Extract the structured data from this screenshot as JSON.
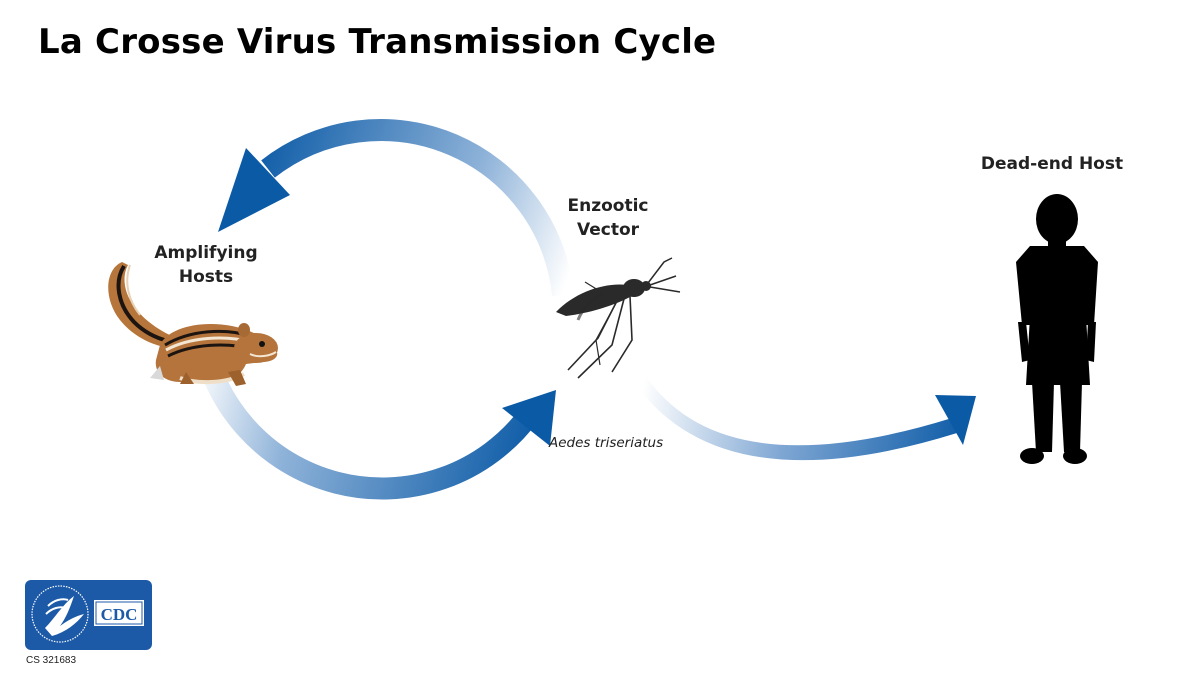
{
  "title": "La Crosse Virus Transmission Cycle",
  "nodes": {
    "amplifying_hosts": {
      "line1": "Amplifying",
      "line2": "Hosts"
    },
    "enzootic_vector": {
      "line1": "Enzootic",
      "line2": "Vector",
      "species": "Aedes triseriatus"
    },
    "dead_end_host": {
      "label": "Dead-end Host"
    }
  },
  "logo": {
    "text": "CDC",
    "code": "CS 321683"
  },
  "colors": {
    "arrow": "#0b5aa6",
    "arrow_fade": "#ffffff",
    "logo_bg": "#1c5aa8",
    "silhouette": "#000000"
  },
  "icons": [
    "chipmunk-icon",
    "mosquito-icon",
    "child-silhouette-icon",
    "hhs-eagle-icon"
  ]
}
